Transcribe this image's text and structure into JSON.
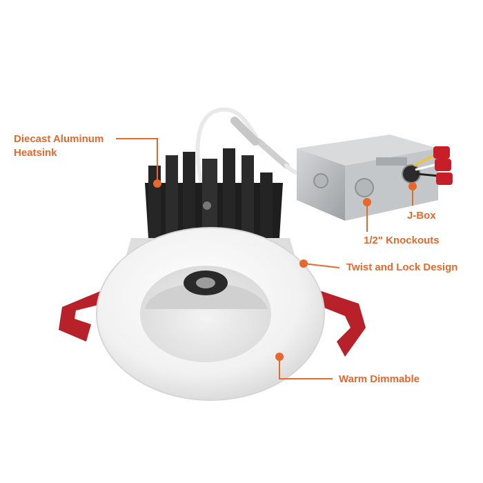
{
  "callouts": {
    "heatsink": "Diecast Aluminum Heatsink",
    "jbox": "J-Box",
    "knockouts": "1/2\" Knockouts",
    "twist_lock": "Twist and Lock Design",
    "warm_dimmable": "Warm Dimmable"
  },
  "colors": {
    "accent": "#e8672a",
    "heatsink": "#1e1e1e",
    "trim": "#f2f2f2",
    "clip": "#b8202a",
    "jbox": "#b9bcbf"
  }
}
